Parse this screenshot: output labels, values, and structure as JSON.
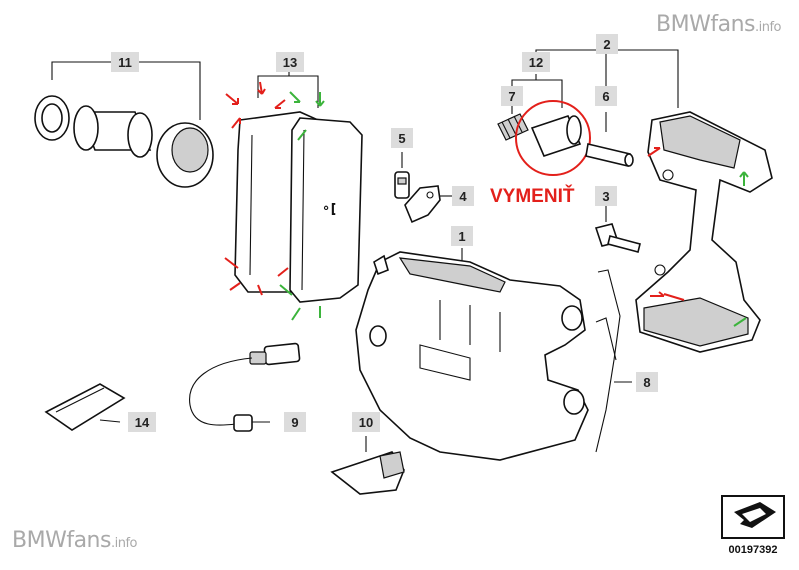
{
  "watermark": {
    "top_brand": "BMWfans",
    "top_suffix": ".info",
    "bottom_brand": "BMWfans",
    "bottom_suffix": ".info"
  },
  "annotation": {
    "text": "VYMENIŤ",
    "color": "#e3201b"
  },
  "diagram_number": "00197392",
  "callouts": [
    "1",
    "2",
    "3",
    "4",
    "5",
    "6",
    "7",
    "8",
    "9",
    "10",
    "11",
    "12",
    "13",
    "14"
  ],
  "colors": {
    "arrow_remove": "#e3201b",
    "arrow_ok": "#3cb43c",
    "label_box": "#dcdcdc"
  }
}
